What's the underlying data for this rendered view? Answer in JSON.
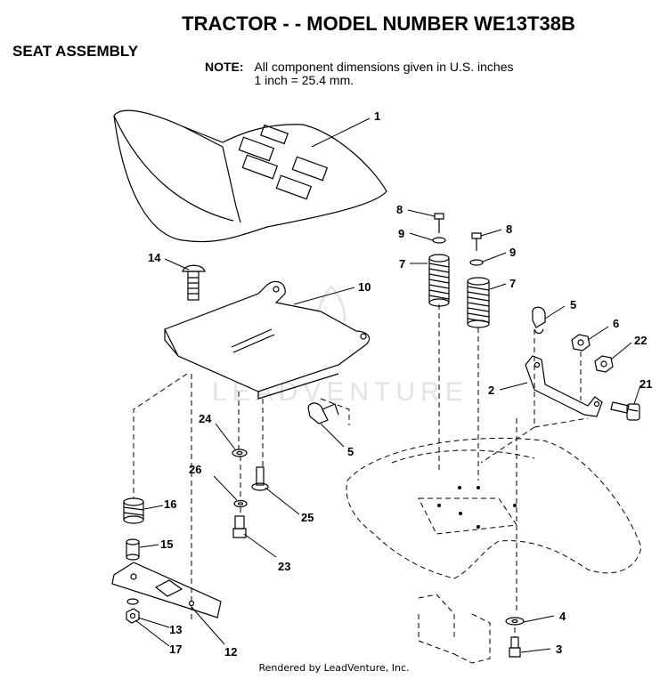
{
  "header": {
    "title": "TRACTOR - - MODEL NUMBER WE13T38B",
    "section": "SEAT ASSEMBLY"
  },
  "note": {
    "label": "NOTE:",
    "line1": "All component dimensions given in U.S. inches",
    "line2": "1 inch = 25.4 mm."
  },
  "callouts": [
    {
      "id": "c1",
      "text": "1"
    },
    {
      "id": "c2",
      "text": "2"
    },
    {
      "id": "c3",
      "text": "3"
    },
    {
      "id": "c4",
      "text": "4"
    },
    {
      "id": "c5a",
      "text": "5"
    },
    {
      "id": "c5b",
      "text": "5"
    },
    {
      "id": "c6",
      "text": "6"
    },
    {
      "id": "c7a",
      "text": "7"
    },
    {
      "id": "c7b",
      "text": "7"
    },
    {
      "id": "c8a",
      "text": "8"
    },
    {
      "id": "c8b",
      "text": "8"
    },
    {
      "id": "c9a",
      "text": "9"
    },
    {
      "id": "c9b",
      "text": "9"
    },
    {
      "id": "c10",
      "text": "10"
    },
    {
      "id": "c12",
      "text": "12"
    },
    {
      "id": "c13",
      "text": "13"
    },
    {
      "id": "c14",
      "text": "14"
    },
    {
      "id": "c15",
      "text": "15"
    },
    {
      "id": "c16",
      "text": "16"
    },
    {
      "id": "c17",
      "text": "17"
    },
    {
      "id": "c21",
      "text": "21"
    },
    {
      "id": "c22",
      "text": "22"
    },
    {
      "id": "c23",
      "text": "23"
    },
    {
      "id": "c24",
      "text": "24"
    },
    {
      "id": "c25",
      "text": "25"
    },
    {
      "id": "c26",
      "text": "26"
    }
  ],
  "watermark": "LEADVENTURE",
  "footer": "Rendered by LeadVenture, Inc."
}
